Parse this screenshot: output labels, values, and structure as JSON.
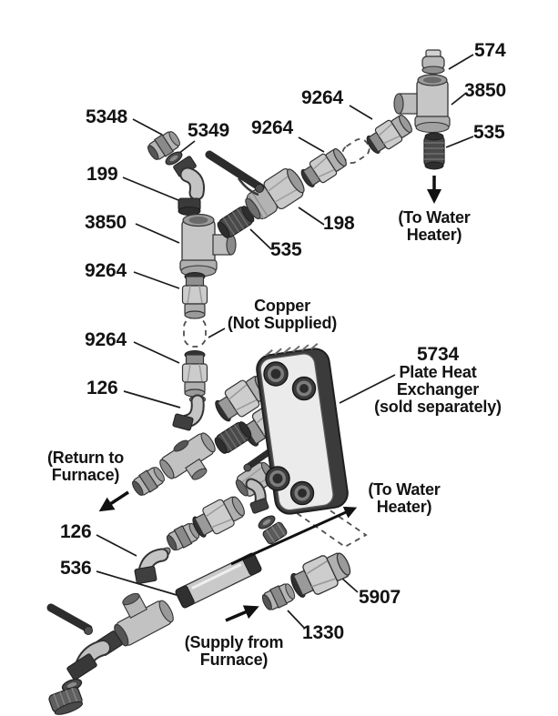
{
  "diagram": {
    "background_color": "#ffffff",
    "text_color": "#131313",
    "part_fill_color": "#c6c6c6",
    "dark_fitting_color": "#3f3f3f",
    "labels": [
      {
        "id": "5348",
        "text": "5348"
      },
      {
        "id": "5349",
        "text": "5349"
      },
      {
        "id": "199",
        "text": "199"
      },
      {
        "id": "3850-left",
        "text": "3850"
      },
      {
        "id": "9264-mid-upper",
        "text": "9264"
      },
      {
        "id": "9264-mid-lower",
        "text": "9264"
      },
      {
        "id": "126-mid",
        "text": "126"
      },
      {
        "id": "return-to-furnace",
        "text": "(Return to\nFurnace)"
      },
      {
        "id": "126-bottom",
        "text": "126"
      },
      {
        "id": "536",
        "text": "536"
      },
      {
        "id": "9264-top-left",
        "text": "9264"
      },
      {
        "id": "9264-top-right",
        "text": "9264"
      },
      {
        "id": "198",
        "text": "198"
      },
      {
        "id": "535-top-chain",
        "text": "535"
      },
      {
        "id": "574",
        "text": "574"
      },
      {
        "id": "3850-right",
        "text": "3850"
      },
      {
        "id": "535-right",
        "text": "535"
      },
      {
        "id": "to-water-heater-top",
        "text": "(To Water\nHeater)"
      },
      {
        "id": "copper-note",
        "text": "Copper\n(Not Supplied)"
      },
      {
        "id": "5734",
        "text": "5734"
      },
      {
        "id": "5734-caption",
        "text": "Plate Heat\nExchanger\n(sold separately)"
      },
      {
        "id": "to-water-heater-bottom",
        "text": "(To Water\nHeater)"
      },
      {
        "id": "5907",
        "text": "5907"
      },
      {
        "id": "1330",
        "text": "1330"
      },
      {
        "id": "supply-from-furnace",
        "text": "(Supply from\nFurnace)"
      }
    ]
  }
}
